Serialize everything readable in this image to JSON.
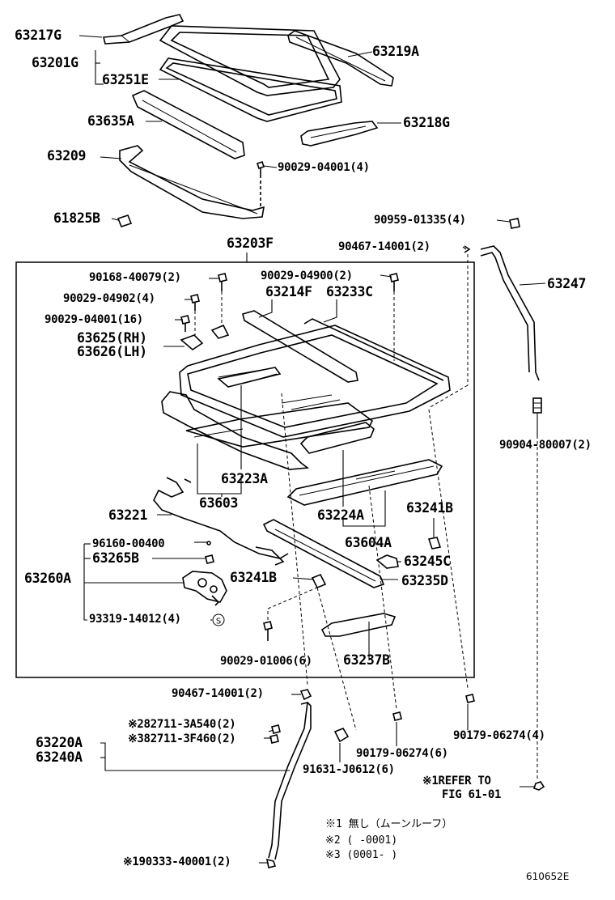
{
  "diagram_code": "610652E",
  "group_label": "63203F",
  "labels": {
    "p63217G": "63217G",
    "p63201G": "63201G",
    "p63219A": "63219A",
    "p63251E": "63251E",
    "p63635A": "63635A",
    "p63218G": "63218G",
    "p63209": "63209",
    "p90029_04001_4": "90029-04001(4)",
    "p61825B": "61825B",
    "p90959_01335": "90959-01335(4)",
    "p90467_top": "90467-14001(2)",
    "p63247": "63247",
    "p90168": "90168-40079(2)",
    "p90029_04900": "90029-04900(2)",
    "p90029_04902": "90029-04902(4)",
    "p63214F": "63214F",
    "p63233C": "63233C",
    "p90029_04001_16": "90029-04001(16)",
    "p63625": "63625(RH)",
    "p63626": "63626(LH)",
    "p90904": "90904-80007(2)",
    "p63223A": "63223A",
    "p63603": "63603",
    "p63241B_a": "63241B",
    "p63221": "63221",
    "p63224A": "63224A",
    "p63604A": "63604A",
    "p96160": "96160-00400",
    "p63265B": "63265B",
    "p63245C": "63245C",
    "p63260A": "63260A",
    "p63241B_b": "63241B",
    "p63235D": "63235D",
    "p93319": "93319-14012(4)",
    "p90029_01006": "90029-01006(6)",
    "p63237B": "63237B",
    "p90467_bot": "90467-14001(2)",
    "p82711_3A540": "※282711-3A540(2)",
    "p82711_3F460": "※382711-3F460(2)",
    "p63220A": "63220A",
    "p63240A": "63240A",
    "p90179_4": "90179-06274(4)",
    "p90179_6": "90179-06274(6)",
    "p91631": "91631-J0612(6)",
    "refer1": "※1REFER TO",
    "refer2": "FIG 61-01",
    "p90333": "※190333-40001(2)"
  },
  "notes": {
    "n1": "※1 無し（ムーンルーフ）",
    "n2": "※2 (      -0001)",
    "n3": "※3 (0001-      )"
  }
}
